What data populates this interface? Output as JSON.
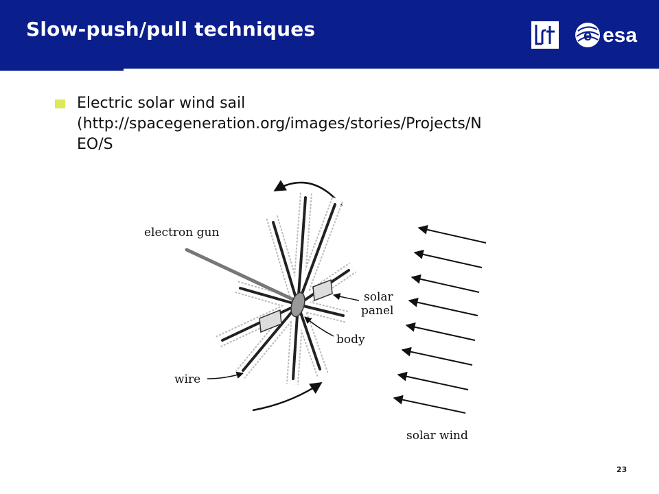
{
  "slide": {
    "title": "Slow-push/pull techniques",
    "page_number": "23"
  },
  "logos": {
    "lrt": "Lrt",
    "esa": "esa"
  },
  "content": {
    "bullet_lines": [
      "Electric solar wind sail",
      "(http://spacegeneration.org/images/stories/Projects/N",
      "EO/S"
    ]
  },
  "figure": {
    "labels": {
      "electron_gun": "electron gun",
      "solar_panel_line1": "solar",
      "solar_panel_line2": "panel",
      "body": "body",
      "wire": "wire",
      "solar_wind": "solar wind"
    }
  },
  "colors": {
    "header_bg": "#0a1e8c",
    "bullet": "#dde85a"
  }
}
